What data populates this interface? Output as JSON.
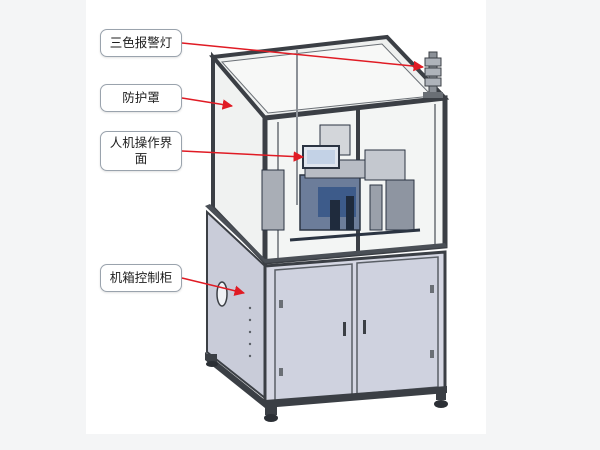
{
  "callouts": {
    "tower_light": "三色报警灯",
    "cover": "防护罩",
    "hmi": "人机操作界面",
    "cabinet": "机箱控制柜"
  },
  "colors": {
    "frame": "#3b3f45",
    "panel": "#c9ccd9",
    "glass": "#f3f5f4",
    "wood": "#b9895c",
    "arrow": "#e01b24",
    "callout_border": "#9aa3ad"
  }
}
